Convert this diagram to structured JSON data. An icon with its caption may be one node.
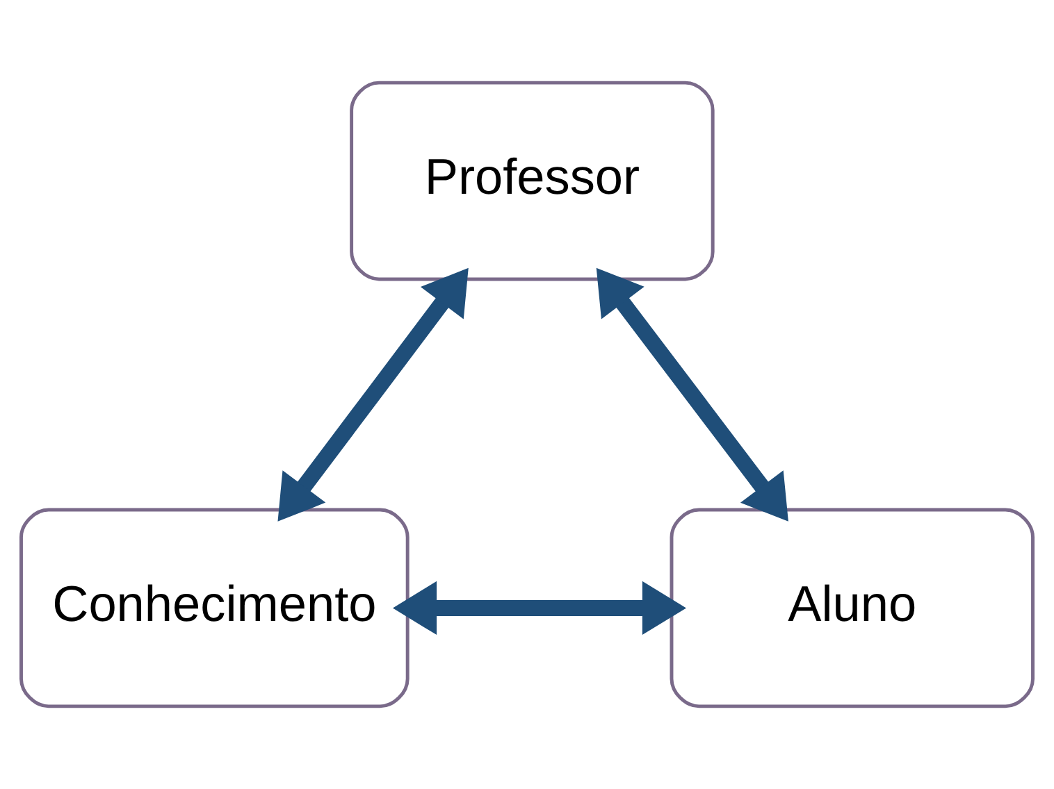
{
  "diagram": {
    "nodes": [
      {
        "text": [
          "Professor"
        ]
      },
      {
        "text": [
          "Conhecimento"
        ]
      },
      {
        "text": [
          "Aluno"
        ]
      }
    ],
    "edges": [
      {
        "from": 0,
        "to": 1,
        "arrow": "both"
      },
      {
        "from": 0,
        "to": 2,
        "arrow": "both"
      },
      {
        "from": 1,
        "to": 2,
        "arrow": "both"
      }
    ]
  }
}
